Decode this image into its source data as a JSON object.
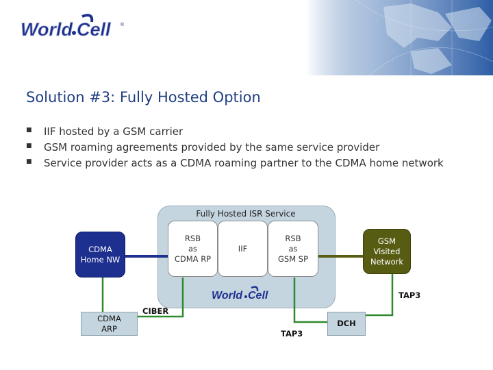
{
  "header": {
    "logo_text": "World Cell"
  },
  "slide": {
    "title": "Solution #3:  Fully Hosted Option",
    "bullets": [
      "IIF hosted by a GSM carrier",
      "GSM roaming agreements provided by the same service provider",
      "Service provider acts as a CDMA roaming partner to the CDMA home network"
    ]
  },
  "diagram": {
    "hosted_label": "Fully Hosted ISR Service",
    "nodes": {
      "cdma_home": "CDMA\nHome NW",
      "rsb_cdma": "RSB\nas\nCDMA RP",
      "iif": "IIF",
      "rsb_gsm": "RSB\nas\nGSM SP",
      "gsm_visited": "GSM\nVisited\nNetwork",
      "cdma_arp": "CDMA\nARP",
      "dch": "DCH"
    },
    "link_labels": {
      "ciber": "CIBER",
      "tap3_bottom": "TAP3",
      "tap3_right": "TAP3"
    },
    "colors": {
      "blue": "#1d2f8f",
      "olive": "#575c12",
      "green": "#2f8a2f",
      "hosted_bg": "#c5d5df"
    }
  }
}
